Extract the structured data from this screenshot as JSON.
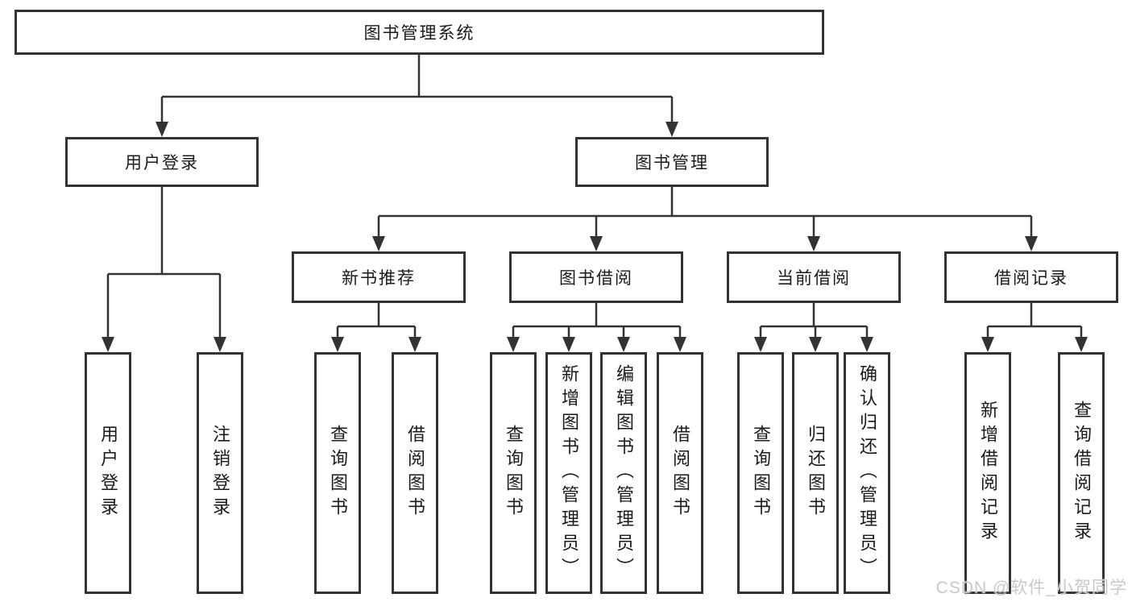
{
  "tree": {
    "root": {
      "label": "图书管理系统",
      "children": [
        {
          "label": "用户登录",
          "children": [
            {
              "label": "用户登录"
            },
            {
              "label": "注销登录"
            }
          ]
        },
        {
          "label": "图书管理",
          "children": [
            {
              "label": "新书推荐",
              "children": [
                {
                  "label": "查询图书"
                },
                {
                  "label": "借阅图书"
                }
              ]
            },
            {
              "label": "图书借阅",
              "children": [
                {
                  "label": "查询图书"
                },
                {
                  "label": "新增图书（管理员）"
                },
                {
                  "label": "编辑图书（管理员）"
                },
                {
                  "label": "借阅图书"
                }
              ]
            },
            {
              "label": "当前借阅",
              "children": [
                {
                  "label": "查询图书"
                },
                {
                  "label": "归还图书"
                },
                {
                  "label": "确认归还（管理员）"
                }
              ]
            },
            {
              "label": "借阅记录",
              "children": [
                {
                  "label": "新增借阅记录"
                },
                {
                  "label": "查询借阅记录"
                }
              ]
            }
          ]
        }
      ]
    }
  },
  "watermark": {
    "text": "CSDN @软件_小贺同学"
  },
  "colors": {
    "line": "#333333",
    "box_border": "#333333",
    "text": "#1a1a1a",
    "background": "#ffffff",
    "watermark": "#c9c9c9"
  }
}
